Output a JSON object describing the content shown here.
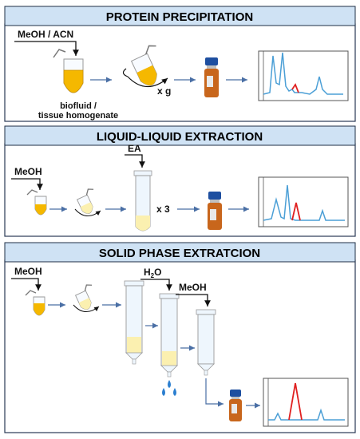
{
  "sections": [
    {
      "title": "PROTEIN PRECIPITATION",
      "reagent": "MeOH / ACN",
      "sample_label_line1": "biofluid /",
      "sample_label_line2": "tissue homogenate",
      "centrifuge_label": "x g"
    },
    {
      "title": "LIQUID-LIQUID EXTRACTION",
      "reagent": "MeOH",
      "second_reagent": "EA",
      "repeat_label": "x 3"
    },
    {
      "title": "SOLID PHASE EXTRATCION",
      "reagent": "MeOH",
      "wash_reagent_main": "H",
      "wash_reagent_sub": "2",
      "wash_reagent_tail": "O",
      "elute_reagent": "MeOH"
    }
  ],
  "colors": {
    "banner": "#cfe2f4",
    "banner_border": "#1f2f46",
    "section_border": "#2a3a55",
    "sample_yellow": "#f5b800",
    "pale_yellow": "#fbf0b0",
    "tube": "#eef6fd",
    "arrow": "#4a6fa5",
    "chrom_blue": "#4b9fd6",
    "chrom_red": "#e02020",
    "vial_body": "#c8661c",
    "vial_cap": "#1e4fa0",
    "drops": "#2c7fd0"
  },
  "icons": [
    "tube-icon",
    "centrifuge-icon",
    "vial-icon",
    "chromatogram-icon",
    "spe-cartridge-icon",
    "drops-icon"
  ]
}
